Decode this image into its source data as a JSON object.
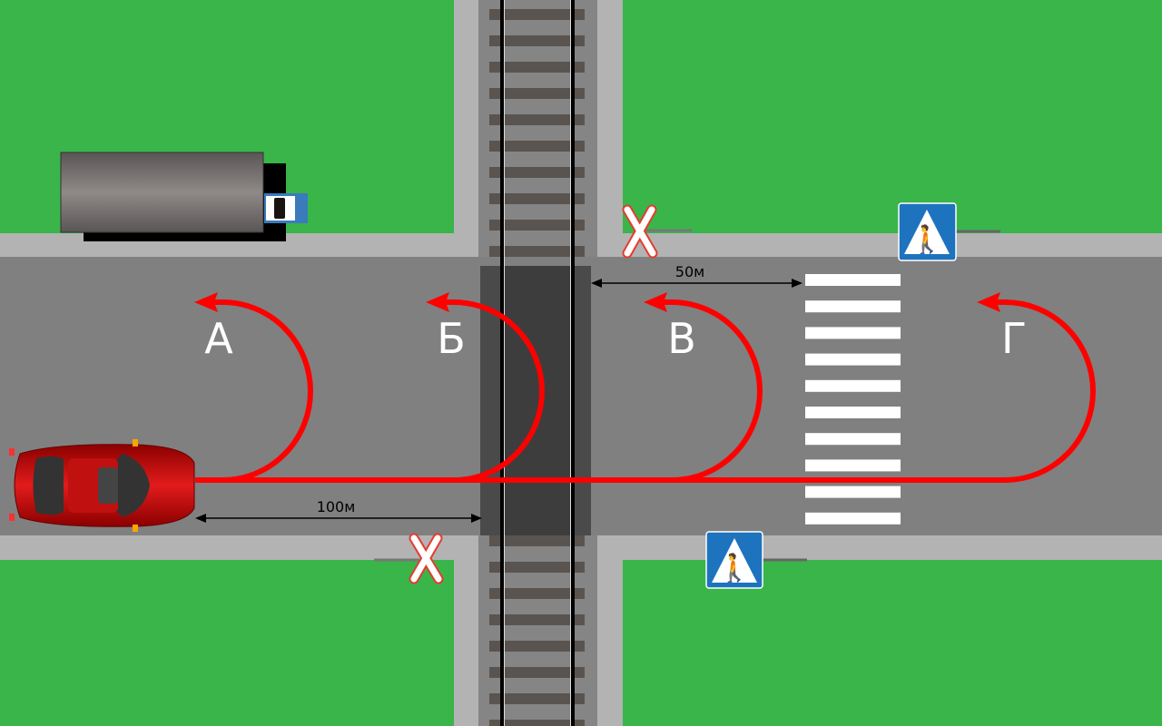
{
  "maneuvers": [
    {
      "label": "А"
    },
    {
      "label": "Б"
    },
    {
      "label": "В"
    },
    {
      "label": "Г"
    }
  ],
  "dimensions": {
    "to_crossing": "100м",
    "to_crosswalk": "50м"
  },
  "colors": {
    "grass": "#39b54a",
    "road": "#808080",
    "sidewalk": "#b3b3b3",
    "arrow": "#ff0000",
    "sign_blue": "#1e73be"
  },
  "icons": [
    "bus-stop-sign-icon",
    "pedestrian-crossing-sign-icon",
    "railway-crossing-cross-icon",
    "car-icon",
    "bus-icon"
  ]
}
